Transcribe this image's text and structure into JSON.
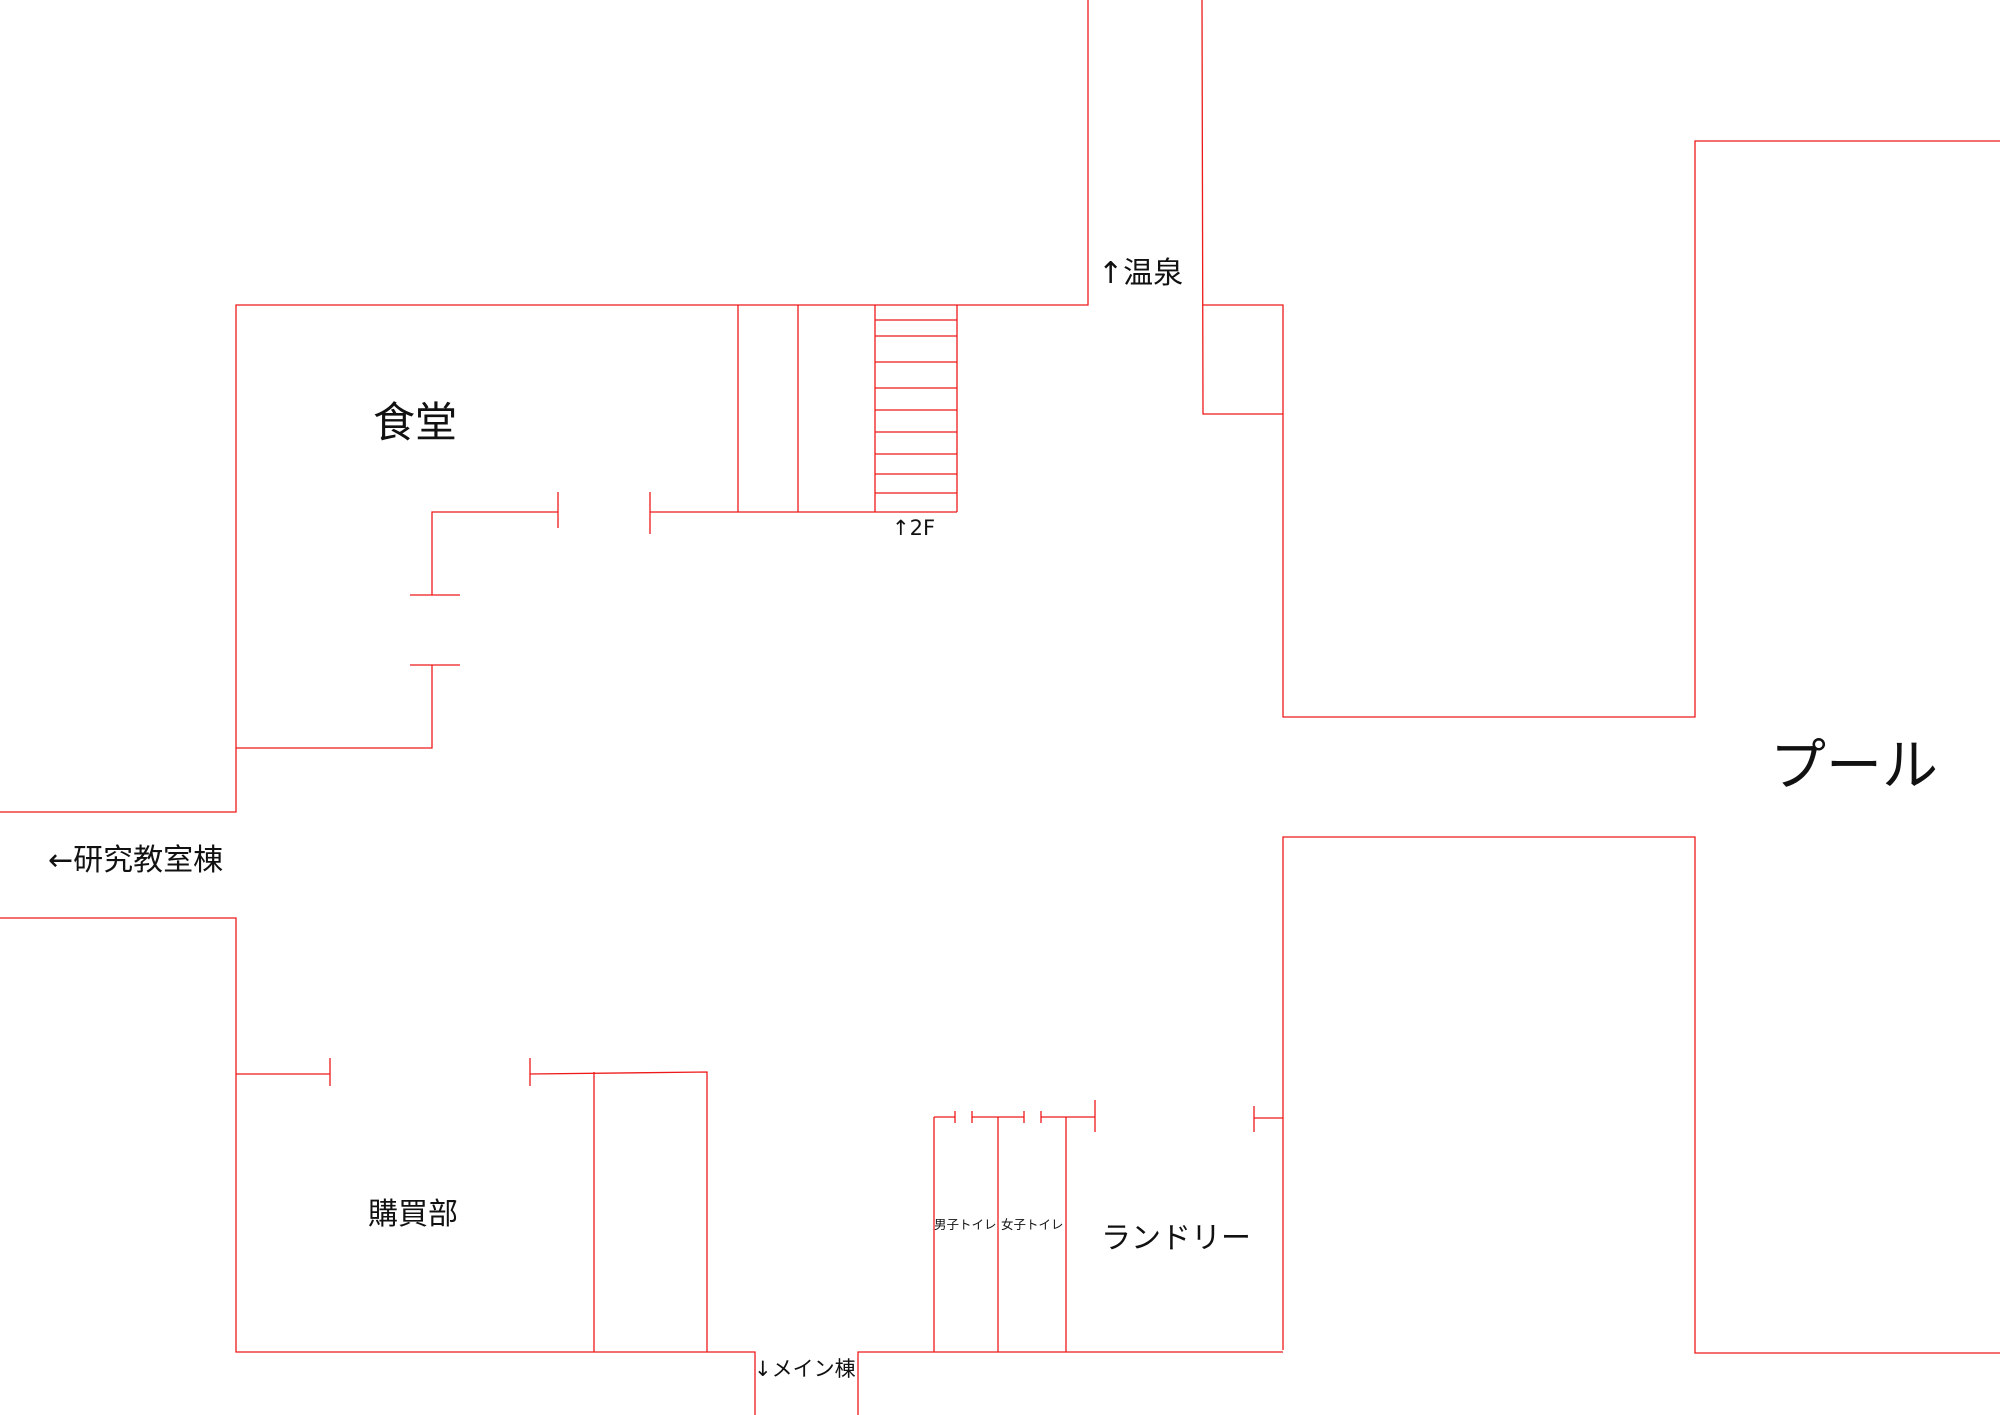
{
  "map": {
    "rooms": {
      "cafeteria": "食堂",
      "shop": "購買部",
      "pool": "プール",
      "laundry": "ランドリー",
      "mens_toilet": "男子トイレ",
      "womens_toilet": "女子トイレ"
    },
    "directions": {
      "hot_spring": "↑温泉",
      "second_floor": "↑2F",
      "research_building": "←研究教室棟",
      "main_building": "↓メイン棟"
    },
    "wall_color": "#ee1a1a"
  }
}
